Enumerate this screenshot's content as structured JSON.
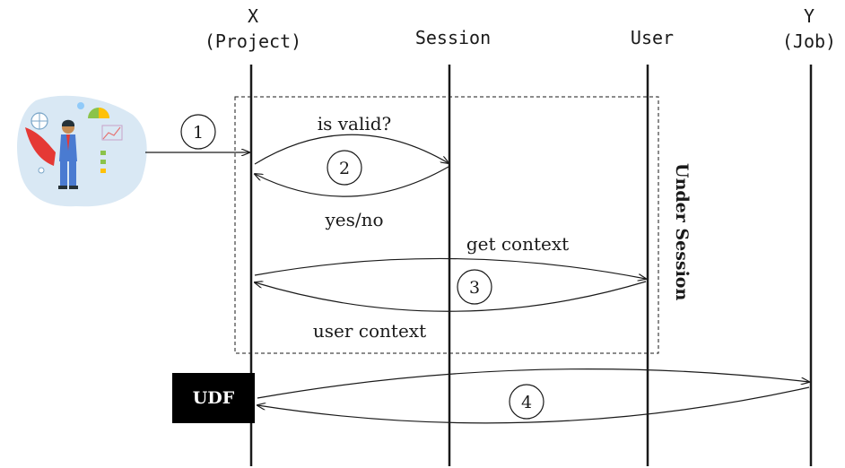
{
  "lifelines": [
    {
      "id": "x",
      "line1": "X",
      "line2": "(Project)"
    },
    {
      "id": "session",
      "line1": "Session",
      "line2": ""
    },
    {
      "id": "user",
      "line1": "User",
      "line2": ""
    },
    {
      "id": "y",
      "line1": "Y",
      "line2": "(Job)"
    }
  ],
  "steps": [
    "1",
    "2",
    "3",
    "4"
  ],
  "messages": {
    "is_valid": "is valid?",
    "yes_no": "yes/no",
    "get_context": "get context",
    "user_context": "user context"
  },
  "group_label": "Under Session",
  "udf_label": "UDF",
  "colors": {
    "ink": "#1a1a1a",
    "udf_bg": "#000000",
    "udf_text": "#ffffff",
    "illustration_bg": "#d9e8f4"
  },
  "icons": {
    "actor": "superhero-businessman-illustration"
  }
}
